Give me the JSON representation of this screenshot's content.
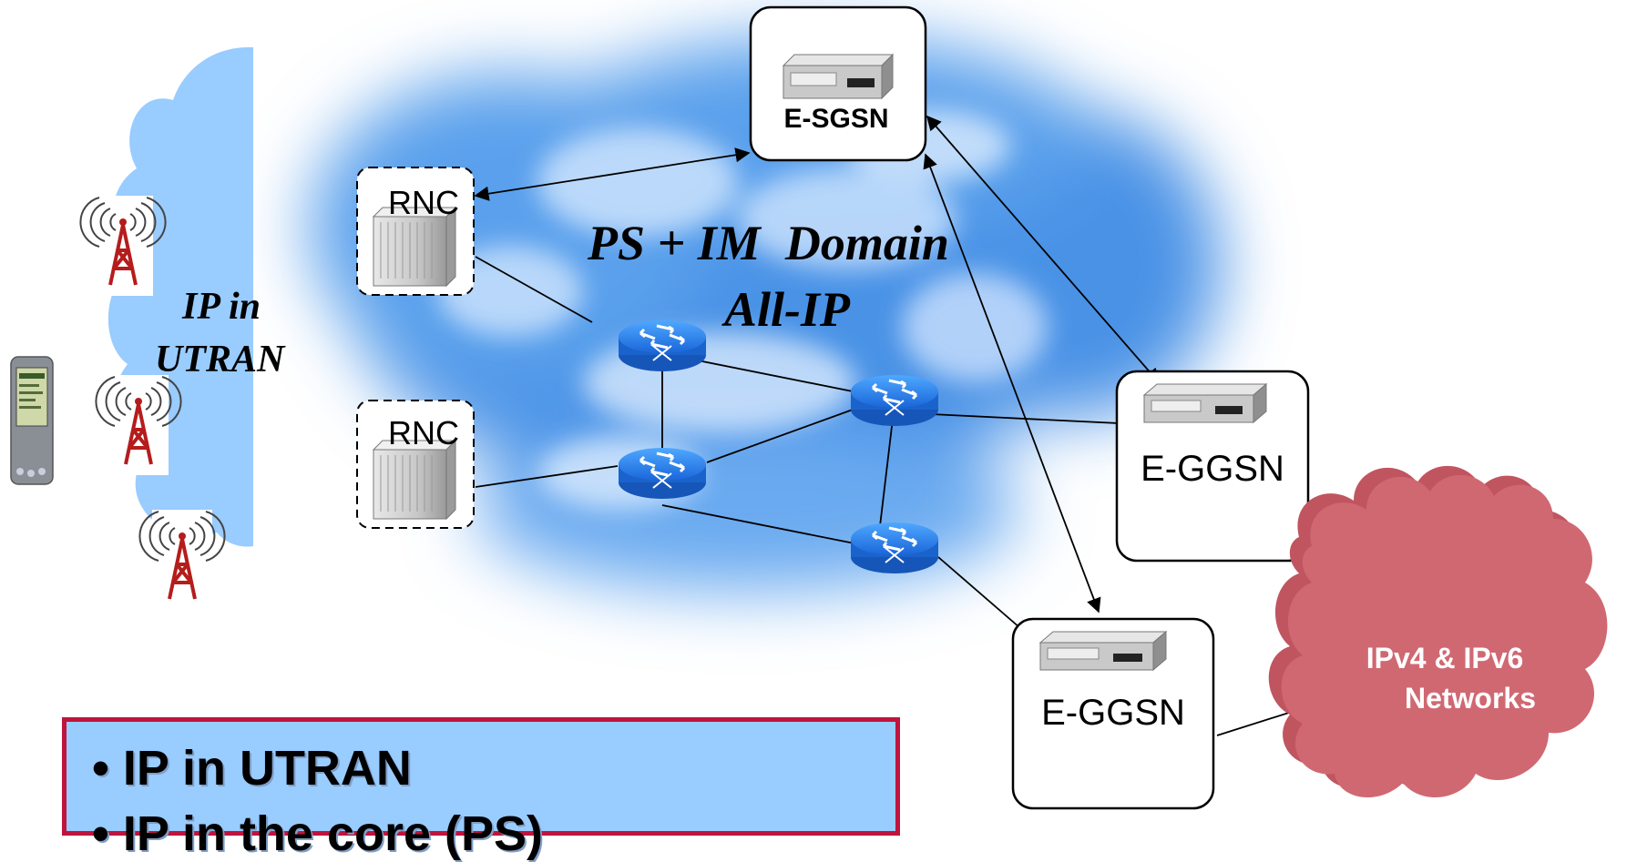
{
  "core_domain": {
    "line1": "PS + IM  Domain",
    "line2": "All-IP"
  },
  "utran_label": {
    "line1": "IP in",
    "line2": "UTRAN"
  },
  "nodes": {
    "sgsn": "E-SGSN",
    "rnc_top": "RNC",
    "rnc_bottom": "RNC",
    "ggsn_upper": "E-GGSN",
    "ggsn_lower": "E-GGSN"
  },
  "external_network": {
    "line1": "IPv4 & IPv6",
    "line2": "Networks"
  },
  "bullets": [
    "• IP in UTRAN",
    "• IP in the core (PS)"
  ],
  "colors": {
    "cloud_blue": "#5b9ee8",
    "utran_cloud": "#99ccff",
    "router_blue": "#1f7fe6",
    "external_cloud": "#d06872",
    "bullet_border": "#c0143c",
    "bullet_fill": "#99ccff"
  }
}
